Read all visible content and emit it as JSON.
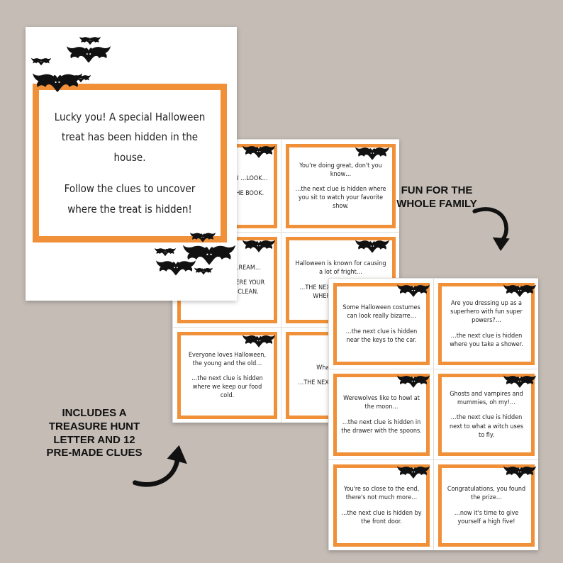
{
  "letter": {
    "paragraph1": "Lucky you! A special Halloween treat has been hidden in the house.",
    "paragraph2": "Follow the clues to uncover where the treat is hidden!"
  },
  "sheet1": {
    "clues": [
      {
        "top": "…C ON …T IF YOU …LOOK…",
        "bottom": "…S HIDDEN …THE BOOK."
      },
      {
        "top": "You're doing great, don't you know…",
        "bottom": "…the next clue is hidden where you sit to watch your favorite show."
      },
      {
        "top": "…G SCARED, …REAM…",
        "bottom": "…S HIDDEN WHERE YOUR CLOTHES GET CLEAN."
      },
      {
        "top": "Halloween is known for causing a lot of fright…",
        "bottom": "…THE NEXT CLUE IS HIDDEN WHERE YOU DOWN"
      },
      {
        "top": "Everyone loves Halloween, the young and the old…",
        "bottom": "…the next clue is hidden where we keep our food cold."
      },
      {
        "top": "What will… a T…",
        "bottom": "…THE NEXT… WHERE WE S…"
      }
    ]
  },
  "sheet2": {
    "clues": [
      {
        "top": "Some Halloween costumes can look really bizarre…",
        "bottom": "…the next clue is hidden near the keys to the car."
      },
      {
        "top": "Are you dressing up as a superhero with fun super powers?…",
        "bottom": "…the next clue is hidden where you take a shower."
      },
      {
        "top": "Werewolves like to howl at the moon…",
        "bottom": "…the next clue is hidden in the drawer with the spoons."
      },
      {
        "top": "Ghosts and vampires and mummies, oh my!…",
        "bottom": "…the next clue is hidden next to what a witch uses to fly."
      },
      {
        "top": "You're so close to the end, there's not much more…",
        "bottom": "…the next clue is hidden by the front door."
      },
      {
        "top": "Congratulations, you found the prize…",
        "bottom": "…now it's time to give yourself a high five!"
      }
    ]
  },
  "captions": {
    "fun": "FUN FOR THE WHOLE FAMILY",
    "includes": "INCLUDES A TREASURE HUNT LETTER AND 12 PRE-MADE CLUES"
  },
  "colors": {
    "background": "#c4bcb5",
    "frame": "#f0913a",
    "bat": "#111111"
  },
  "icons": [
    "bat-icon",
    "curved-arrow-icon"
  ]
}
